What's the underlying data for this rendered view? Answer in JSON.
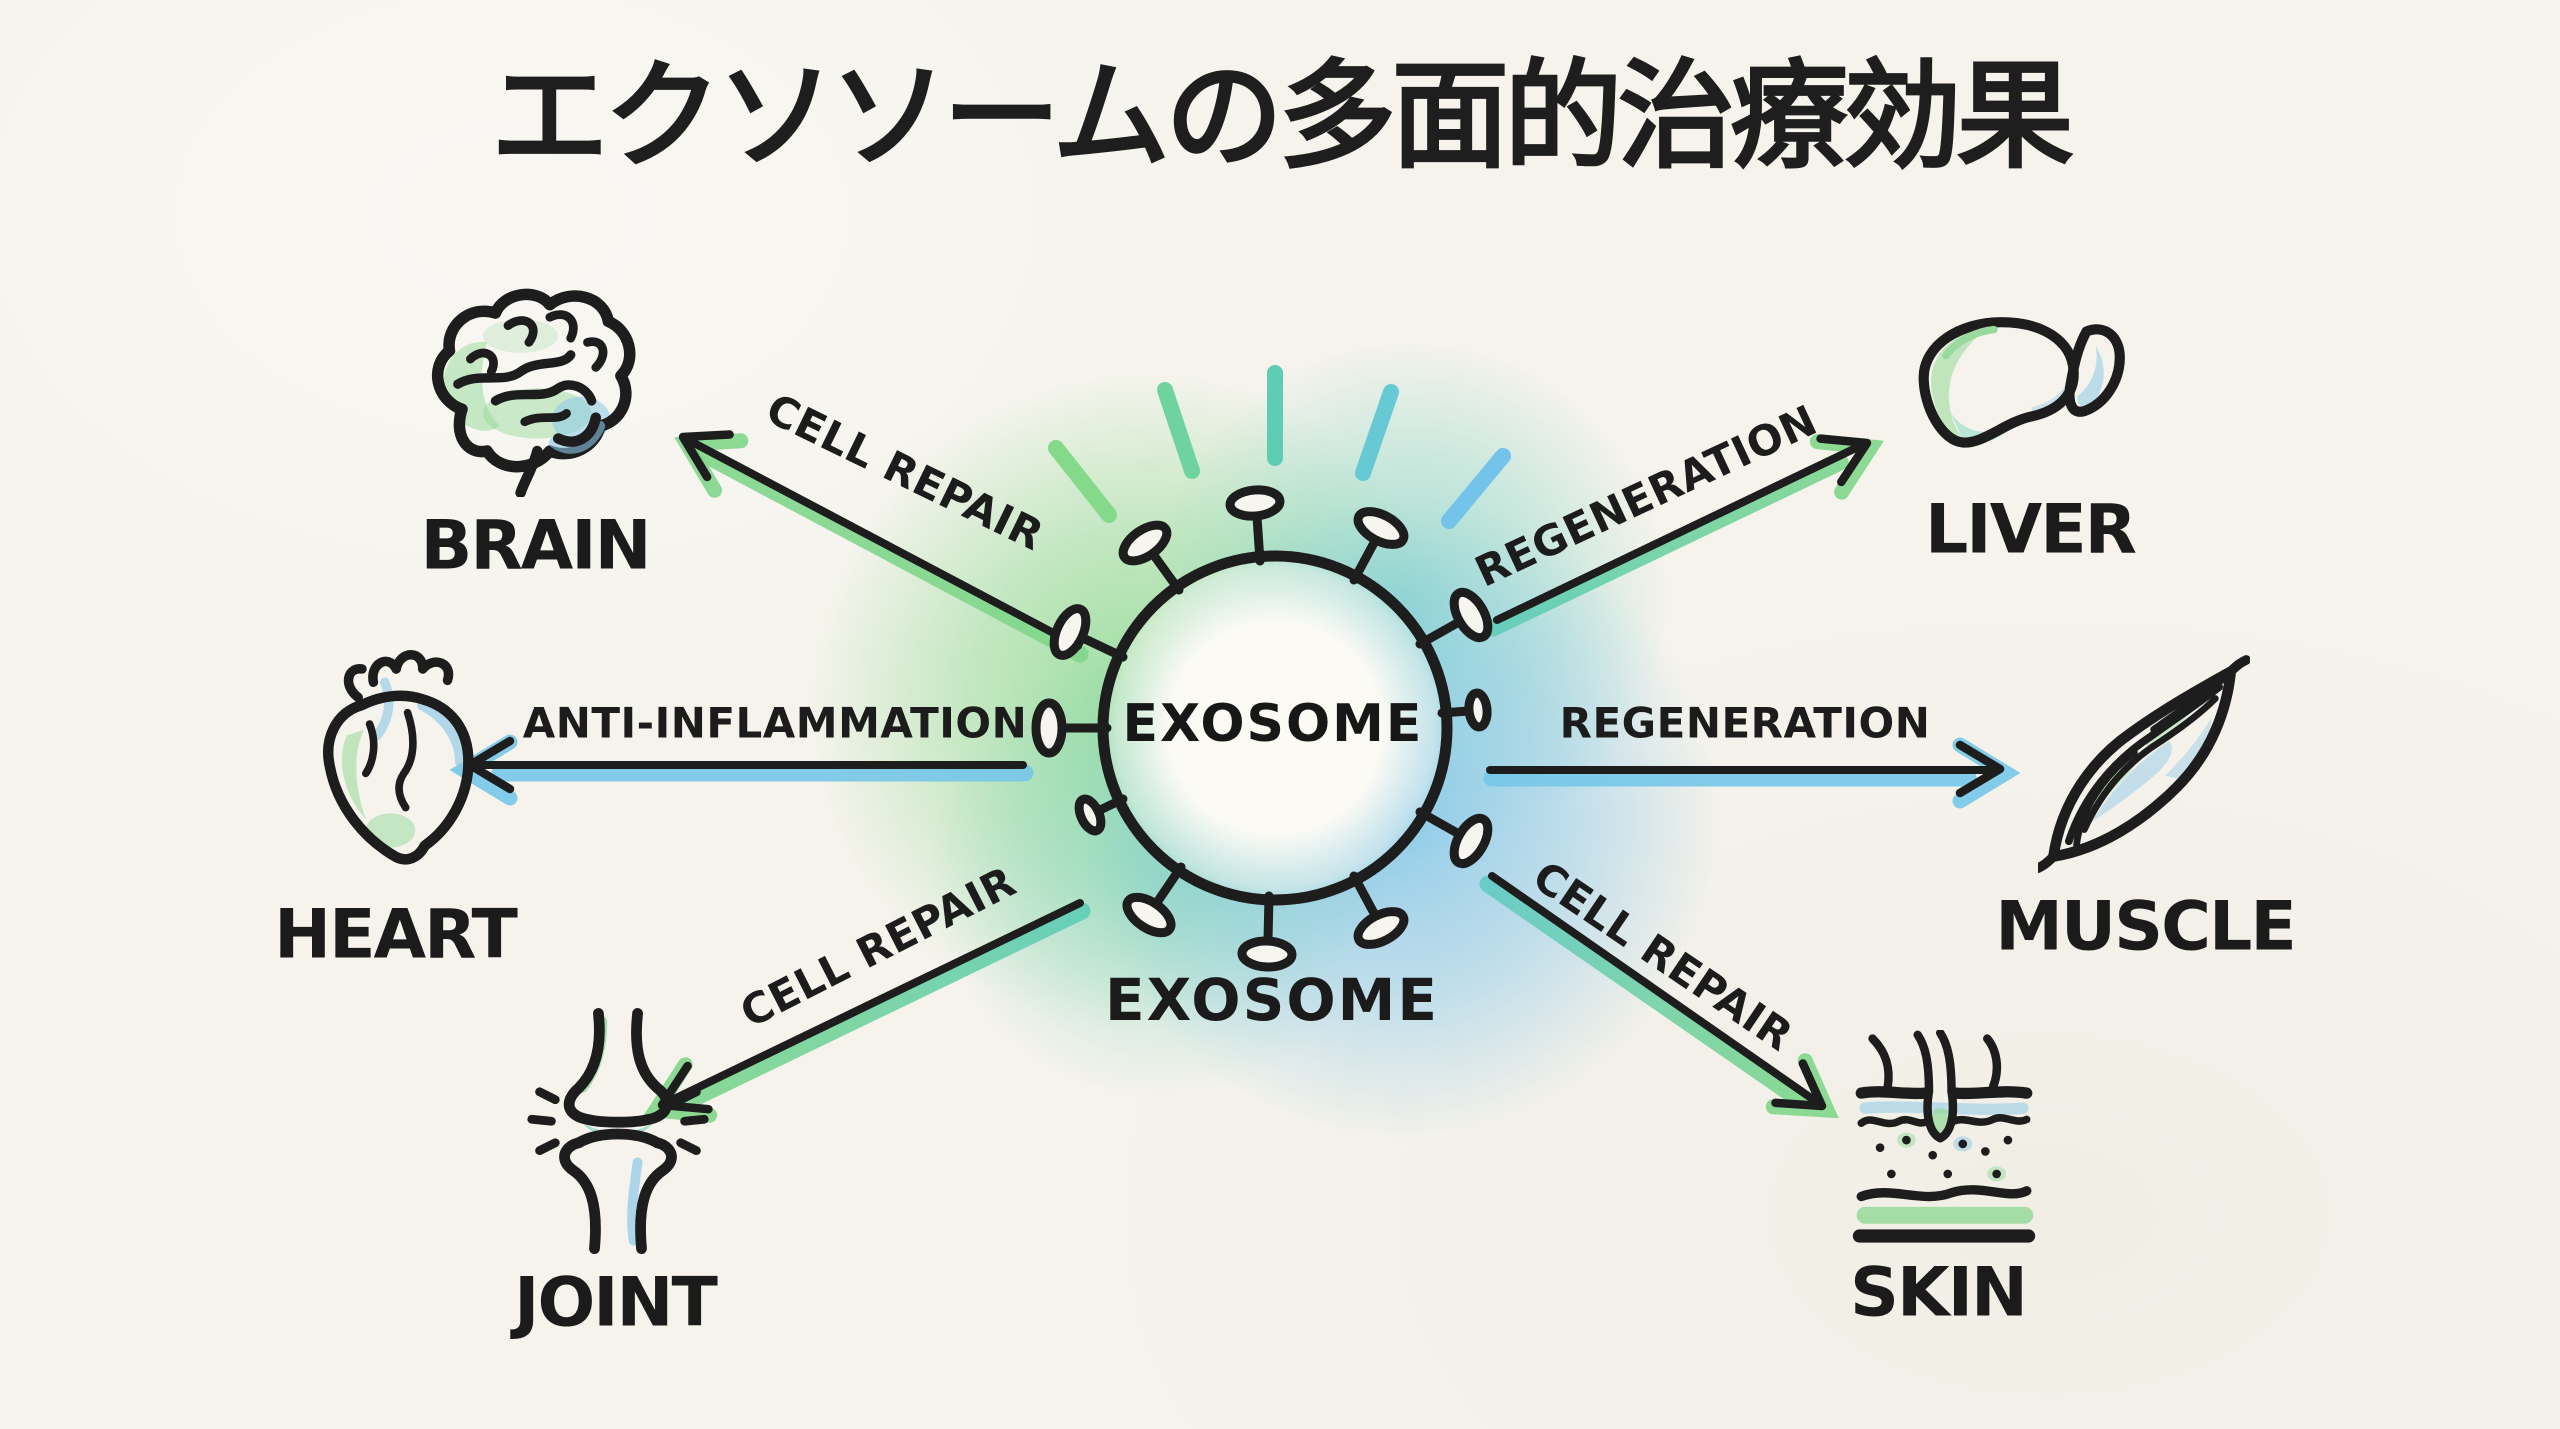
{
  "title": "エクソソームの多面的治療効果",
  "center": {
    "label_inner": "EXOSOME",
    "label_below": "EXOSOME"
  },
  "organs": [
    {
      "id": "brain",
      "label": "BRAIN",
      "effect": "CELL REPAIR"
    },
    {
      "id": "liver",
      "label": "LIVER",
      "effect": "REGENERATION"
    },
    {
      "id": "heart",
      "label": "HEART",
      "effect": "ANTI-INFLAMMATION"
    },
    {
      "id": "muscle",
      "label": "MUSCLE",
      "effect": "REGENERATION"
    },
    {
      "id": "joint",
      "label": "JOINT",
      "effect": "CELL REPAIR"
    },
    {
      "id": "skin",
      "label": "SKIN",
      "effect": "CELL REPAIR"
    }
  ],
  "colors": {
    "paper": "#f5f3ec",
    "ink": "#1d1d1d",
    "green": "#7fd689",
    "teal": "#5fcdb7",
    "blue": "#76c6e9",
    "glow_green": "#86d88c",
    "glow_teal": "#6ecfbe",
    "glow_blue": "#7ac3ea",
    "watercolor_green": "#93d997",
    "watercolor_blue": "#8cc8e8"
  }
}
